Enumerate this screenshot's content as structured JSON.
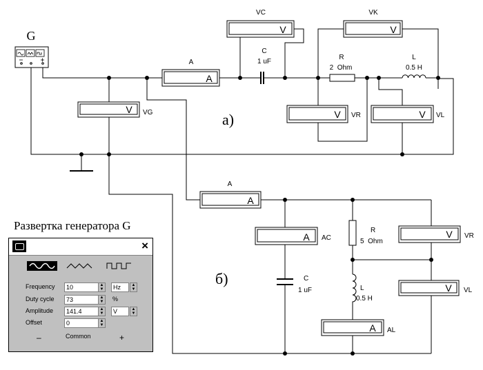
{
  "labels": {
    "generator": "G",
    "part_a": "а)",
    "part_b": "б)",
    "generator_caption": "Развертка генератора G"
  },
  "circuit_a": {
    "ammeter": {
      "name": "A",
      "symbol": "A"
    },
    "voltmeter_c": {
      "name": "VC",
      "symbol": "V"
    },
    "voltmeter_k": {
      "name": "VK",
      "symbol": "V"
    },
    "voltmeter_g": {
      "name": "VG",
      "symbol": "V"
    },
    "voltmeter_r": {
      "name": "VR",
      "symbol": "V"
    },
    "voltmeter_l": {
      "name": "VL",
      "symbol": "V"
    },
    "capacitor": {
      "name": "C",
      "value": "1 uF"
    },
    "resistor": {
      "name": "R",
      "value": "2  Ohm"
    },
    "inductor": {
      "name": "L",
      "value": "0.5 H"
    }
  },
  "circuit_b": {
    "ammeter": {
      "name": "A",
      "symbol": "A"
    },
    "ammeter_c": {
      "name": "AC",
      "symbol": "A"
    },
    "ammeter_l": {
      "name": "AL",
      "symbol": "A"
    },
    "voltmeter_r": {
      "name": "VR",
      "symbol": "V"
    },
    "voltmeter_l": {
      "name": "VL",
      "symbol": "V"
    },
    "capacitor": {
      "name": "C",
      "value": "1 uF"
    },
    "resistor": {
      "name": "R",
      "value": "5  Ohm"
    },
    "inductor": {
      "name": "L",
      "value": "0.5 H"
    }
  },
  "generator_panel": {
    "close": "×",
    "fields": [
      {
        "label": "Frequency",
        "value": "10",
        "unit": "Hz",
        "unit_is_select": true
      },
      {
        "label": "Duty cycle",
        "value": "73",
        "unit": "%",
        "unit_is_select": false
      },
      {
        "label": "Amplitude",
        "value": "141.4",
        "unit": "V",
        "unit_is_select": true
      },
      {
        "label": "Offset",
        "value": "0",
        "unit": "",
        "unit_is_select": false
      }
    ],
    "minus": "–",
    "common": "Common",
    "plus": "+",
    "waveforms": [
      "sine",
      "triangle",
      "square"
    ],
    "selected_waveform": "sine"
  }
}
